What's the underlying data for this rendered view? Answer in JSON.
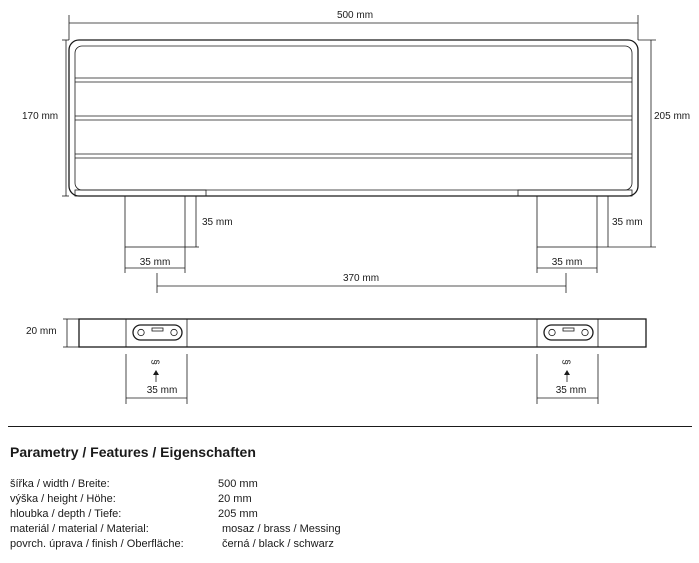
{
  "dimensions": {
    "overall_width": "500 mm",
    "body_height": "170 mm",
    "total_depth": "205 mm",
    "post_height_left": "35 mm",
    "post_height_right": "35 mm",
    "post_width_left": "35 mm",
    "post_width_right": "35 mm",
    "hole_spacing": "370 mm",
    "bar_thickness": "20 mm",
    "mount_width_left": "35 mm",
    "mount_width_right": "35 mm",
    "mount_symbol_left": "§",
    "mount_symbol_right": "§"
  },
  "features": {
    "title": "Parametry / Features / Eigenschaften",
    "rows": [
      {
        "label": "šířka / width / Breite:",
        "value": "500 mm"
      },
      {
        "label": "výška / height / Höhe:",
        "value": "20 mm"
      },
      {
        "label": "hloubka / depth / Tiefe:",
        "value": "205 mm"
      },
      {
        "label": "materiál / material / Material:",
        "value": "mosaz / brass / Messing"
      },
      {
        "label": "povrch. úprava / finish / Oberfläche:",
        "value": "černá / black / schwarz"
      }
    ]
  }
}
